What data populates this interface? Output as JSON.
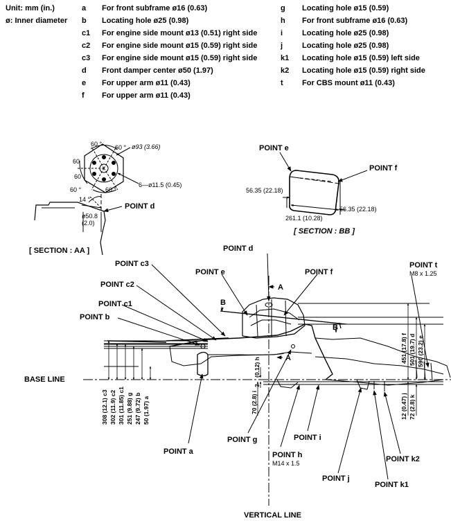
{
  "legend": {
    "unit": "Unit: mm (in.)",
    "inner": "ø: Inner diameter",
    "left_items": [
      {
        "code": "a",
        "desc": "For front subframe ø16 (0.63)"
      },
      {
        "code": "b",
        "desc": "Locating hole  ø25 (0.98)"
      },
      {
        "code": "c1",
        "desc": "For engine side mount ø13 (0.51) right side"
      },
      {
        "code": "c2",
        "desc": "For engine side mount ø15 (0.59) right side"
      },
      {
        "code": "c3",
        "desc": "For engine side mount ø15 (0.59) right side"
      },
      {
        "code": "d",
        "desc": "Front damper center ø50 (1.97)"
      },
      {
        "code": "e",
        "desc": "For upper arm ø11 (0.43)"
      },
      {
        "code": "f",
        "desc": "For upper arm ø11 (0.43)"
      }
    ],
    "right_items": [
      {
        "code": "g",
        "desc": "Locating hole ø15 (0.59)"
      },
      {
        "code": "h",
        "desc": "For front subframe ø16 (0.63)"
      },
      {
        "code": "i",
        "desc": "Locating hole ø25 (0.98)"
      },
      {
        "code": "j",
        "desc": "Locating hole ø25 (0.98)"
      },
      {
        "code": "k1",
        "desc": "Locating hole ø15 (0.59) left side"
      },
      {
        "code": "k2",
        "desc": "Locating hole ø15 (0.59) right side"
      },
      {
        "code": "t",
        "desc": "For CBS mount ø11 (0.43)"
      }
    ]
  },
  "section_aa": {
    "title": "[ SECTION : AA ]",
    "angle_60": "60 °",
    "angle_60b": "60",
    "dia_93": "ø93 (3.66)",
    "holes": "6—ø11.5 (0.45)",
    "angle_14": "14 °",
    "dia_50_a": "ø50.8",
    "dia_50_b": "(2.0)",
    "point_d": "POINT d"
  },
  "section_bb": {
    "title": "[ SECTION : BB ]",
    "point_e": "POINT e",
    "point_f": "POINT f",
    "dim_left": "56.35 (22.18)",
    "dim_right": "56.35 (22.18)",
    "dim_width": "261.1 (10.28)"
  },
  "main": {
    "base_line": "BASE LINE",
    "vertical_line": "VERTICAL LINE",
    "point_a": "POINT a",
    "point_b": "POINT b",
    "point_c1": "POINT c1",
    "point_c2": "POINT c2",
    "point_c3": "POINT c3",
    "point_d": "POINT d",
    "point_e": "POINT e",
    "point_f": "POINT f",
    "point_g": "POINT g",
    "point_h": "POINT h",
    "point_h_sub": "M14 x 1.5",
    "point_i": "POINT i",
    "point_j": "POINT j",
    "point_k1": "POINT k1",
    "point_k2": "POINT k2",
    "point_t": "POINT t",
    "point_t_sub": "M8 x 1.25",
    "arrow_a": "A",
    "arrow_b": "B",
    "dims_left": [
      "308 (12.1) c3",
      "302 (11.9) c2",
      "301 (11.85) c1",
      "251 (9.88) g",
      "247 (9.72) b",
      "50 (1.97) a"
    ],
    "dim_h": "(0.12) h",
    "dim_3": "3",
    "dim_70": "70 (2.8) i",
    "dims_right": [
      "451 (17.8) f",
      "501 (19.7) d",
      "590 (23.2) e"
    ],
    "dims_right_low": [
      "12 (0.47) j",
      "72 (2.8) k"
    ]
  }
}
